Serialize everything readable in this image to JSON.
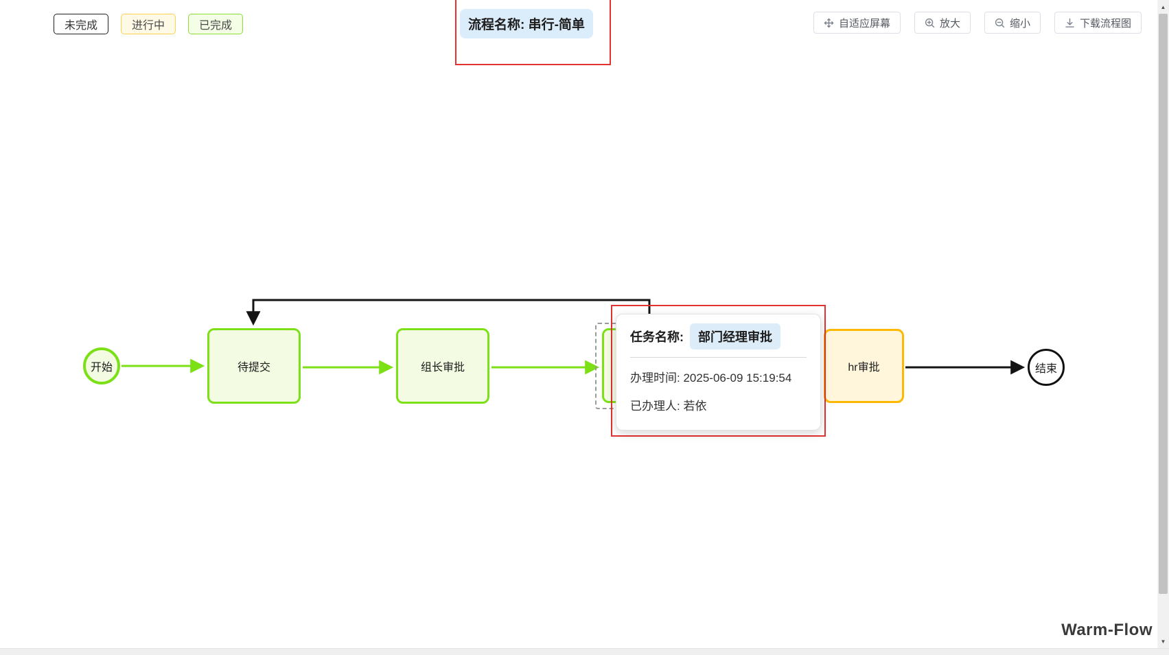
{
  "legend": {
    "items": [
      {
        "label": "未完成",
        "status": "pending",
        "border_color": "#1f1f1f",
        "bg_color": "#ffffff"
      },
      {
        "label": "进行中",
        "status": "active",
        "border_color": "#ffd24d",
        "bg_color": "#fffae6"
      },
      {
        "label": "已完成",
        "status": "done",
        "border_color": "#8ade35",
        "bg_color": "#f4fde6"
      }
    ]
  },
  "header": {
    "process_name": "流程名称: 串行-简单"
  },
  "toolbar": {
    "fit_label": "自适应屏幕",
    "zoom_in_label": "放大",
    "zoom_out_label": "缩小",
    "download_label": "下载流程图",
    "icons": [
      "move-icon",
      "zoom-in-icon",
      "zoom-out-icon",
      "download-icon"
    ]
  },
  "flow": {
    "start_label": "开始",
    "end_label": "结束",
    "nodes": [
      {
        "label": "待提交",
        "status": "done"
      },
      {
        "label": "组长审批",
        "status": "done"
      },
      {
        "label": "部门经理审批",
        "status": "done",
        "selected": true
      },
      {
        "label": "hr审批",
        "status": "active"
      }
    ]
  },
  "tooltip": {
    "task_label": "任务名称:",
    "task_name": "部门经理审批",
    "time_label": "办理时间:",
    "time_value": "2025-06-09 15:19:54",
    "handler_label": "已办理人:",
    "handler_value": "若依"
  },
  "footer": {
    "brand": "Warm-Flow"
  },
  "colors": {
    "done_border": "#7ce016",
    "done_fill": "#f3fce3",
    "active_border": "#ffb800",
    "active_fill": "#fff6dc",
    "end_border": "#111111",
    "highlight_red": "#e33030",
    "task_pill_bg": "#dcecf9",
    "title_pill_bg": "#dbecfa"
  }
}
